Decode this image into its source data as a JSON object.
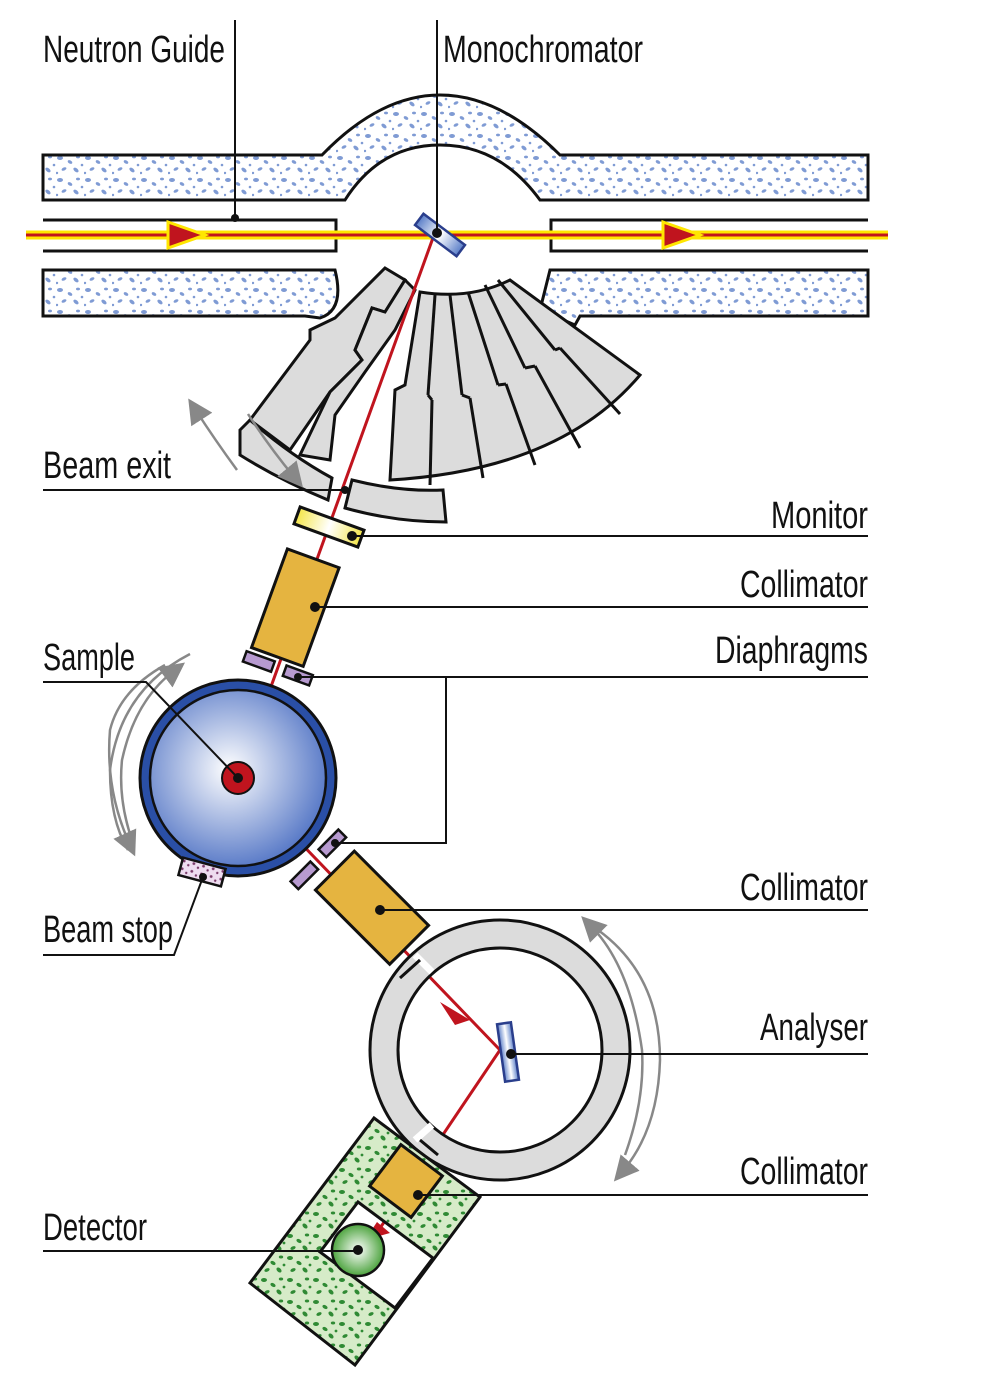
{
  "title": "Triple-axis neutron spectrometer schematic",
  "labels": {
    "neutron_guide": "Neutron Guide",
    "monochromator": "Monochromator",
    "beam_exit": "Beam exit",
    "monitor": "Monitor",
    "collimator_1": "Collimator",
    "diaphragms": "Diaphragms",
    "sample": "Sample",
    "beam_stop": "Beam stop",
    "collimator_2": "Collimator",
    "analyser": "Analyser",
    "collimator_3": "Collimator",
    "detector": "Detector"
  },
  "colors": {
    "beam_red": "#c0141e",
    "beam_yellow": "#ffe600",
    "shielding_blue_dots": "#7f9bd4",
    "drum_gray": "#dcdcdc",
    "monitor_yellow": "#f4e64a",
    "collimator_orange": "#e5b440",
    "diaphragm_purple": "#b79ad0",
    "sample_blue": "#3a5fb8",
    "detector_green": "#3a9a2a",
    "shield_green_dots": "#2f8a34",
    "rotation_arrow_gray": "#888888"
  }
}
